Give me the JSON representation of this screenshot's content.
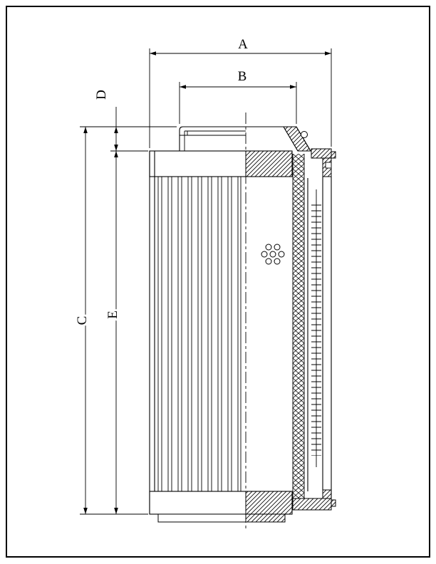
{
  "meta": {
    "background_color": "#ffffff",
    "line_color": "#000000",
    "figure": "filter-element-cross-section"
  },
  "labels": {
    "dim_a": "A",
    "dim_b": "B",
    "dim_c": "C",
    "dim_d": "D",
    "dim_e": "E"
  }
}
